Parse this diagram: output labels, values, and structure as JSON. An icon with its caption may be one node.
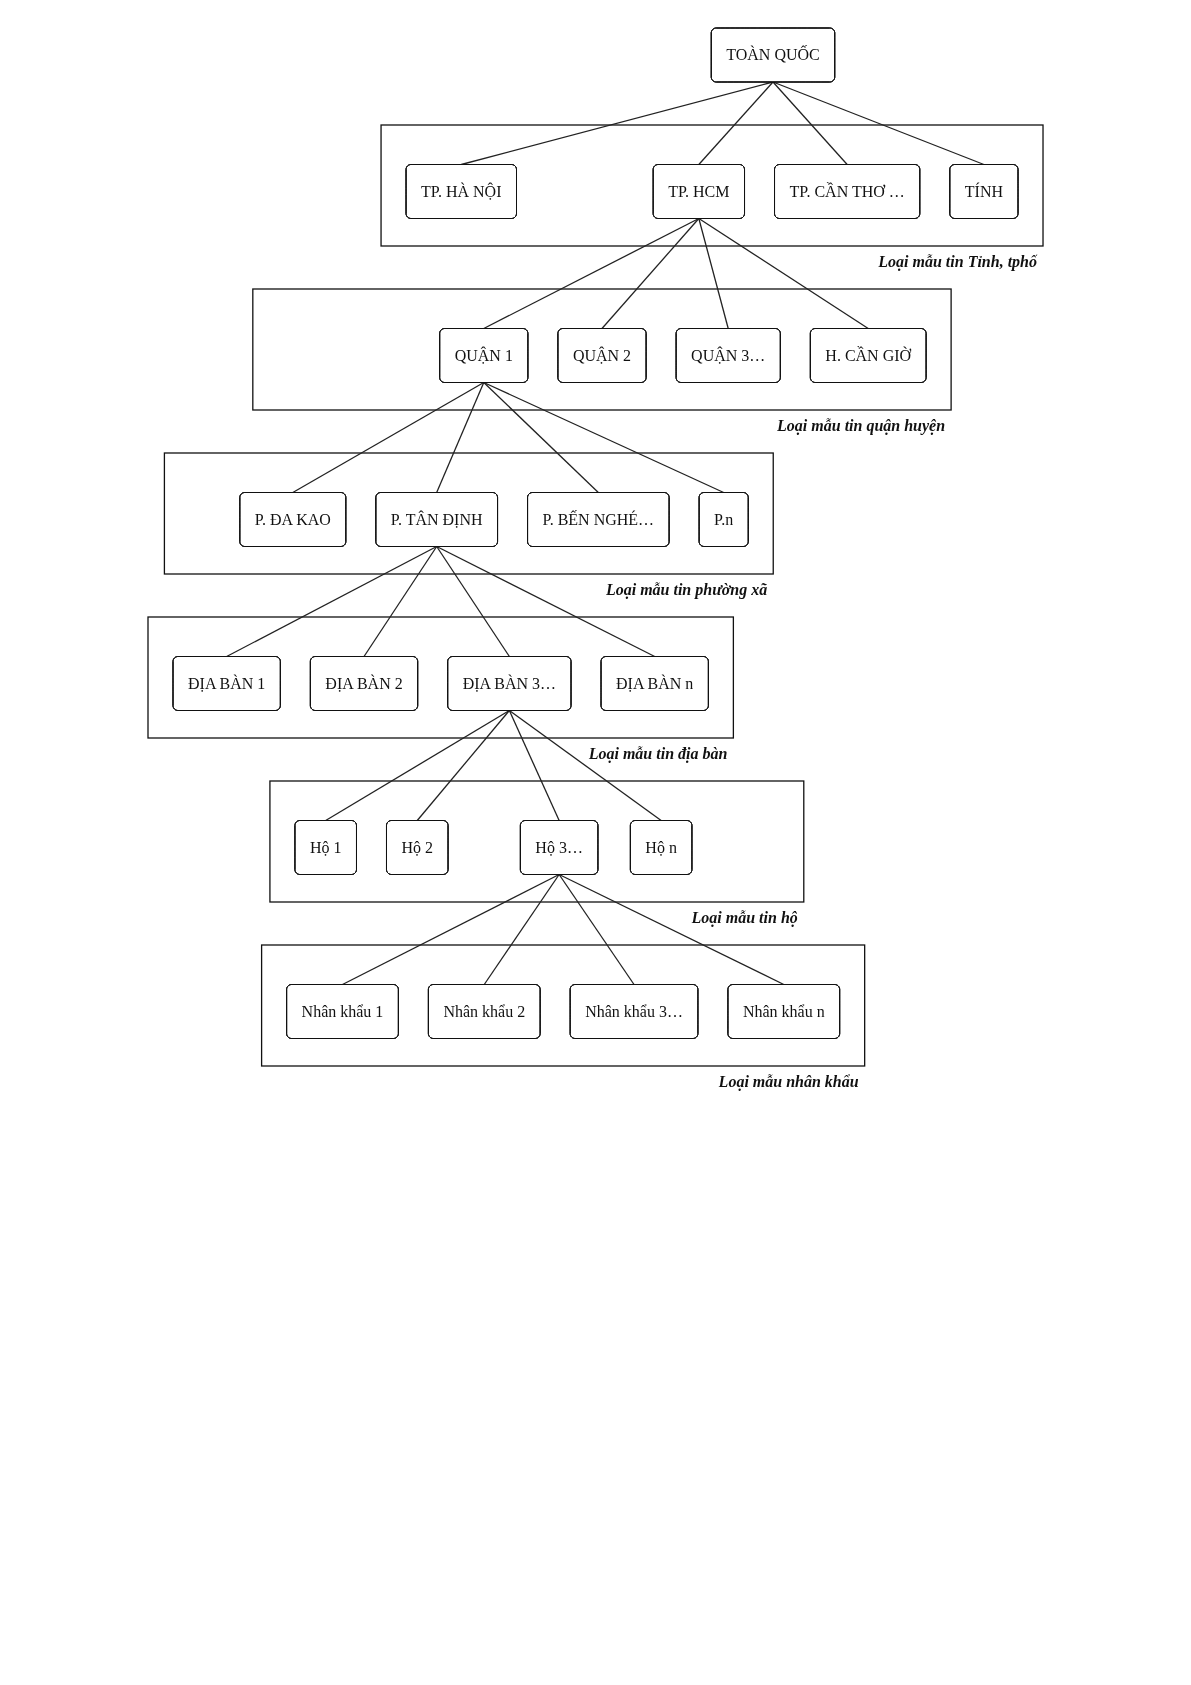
{
  "diagram": {
    "nodes": [
      {
        "text": [
          "TOÀN QUỐC"
        ]
      },
      {
        "text": [
          "Loại mẫu tin Tỉnh, tphố"
        ]
      },
      {
        "text": [
          "TP. HÀ NỘI"
        ],
        "in": 1
      },
      {
        "text": [
          "TP. HCM"
        ],
        "in": 1
      },
      {
        "text": [
          "TP. CẦN THƠ …"
        ],
        "in": 1
      },
      {
        "text": [
          "TÍNH"
        ],
        "in": 1
      },
      {
        "text": [
          "Loại mẫu tin quận huyện"
        ]
      },
      {
        "text": [
          "QUẬN 1"
        ],
        "in": 6
      },
      {
        "text": [
          "QUẬN 2"
        ],
        "in": 6
      },
      {
        "text": [
          "QUẬN 3…"
        ],
        "in": 6
      },
      {
        "text": [
          "H. CẦN GIỜ"
        ],
        "in": 6
      },
      {
        "text": [
          "Loại mẫu tin phường xã"
        ]
      },
      {
        "text": [
          "P. ĐA KAO"
        ],
        "in": 11
      },
      {
        "text": [
          "P. TÂN ĐỊNH"
        ],
        "in": 11
      },
      {
        "text": [
          "P. BẾN NGHÉ…"
        ],
        "in": 11
      },
      {
        "text": [
          "P.n"
        ],
        "in": 11
      },
      {
        "text": [
          "Loại mẫu tin địa bàn"
        ]
      },
      {
        "text": [
          "ĐỊA BÀN 1"
        ],
        "in": 16
      },
      {
        "text": [
          "ĐỊA BÀN 2"
        ],
        "in": 16
      },
      {
        "text": [
          "ĐỊA BÀN 3…"
        ],
        "in": 16
      },
      {
        "text": [
          "ĐỊA BÀN n"
        ],
        "in": 16
      },
      {
        "text": [
          "Loại mẫu tin hộ"
        ]
      },
      {
        "text": [
          "Hộ 1"
        ],
        "in": 21
      },
      {
        "text": [
          "Hộ 2"
        ],
        "in": 21
      },
      {
        "text": [
          "Hộ 3…"
        ],
        "in": 21
      },
      {
        "text": [
          "Hộ n"
        ],
        "in": 21
      },
      {
        "text": [
          "Loại mẫu nhân khẩu"
        ]
      },
      {
        "text": [
          "Nhân khẩu 1"
        ],
        "in": 26
      },
      {
        "text": [
          "Nhân khẩu 2"
        ],
        "in": 26
      },
      {
        "text": [
          "Nhân khẩu 3…"
        ],
        "in": 26
      },
      {
        "text": [
          "Nhân khẩu n"
        ],
        "in": 26
      }
    ],
    "edges": [
      {
        "from": 0,
        "to": 2,
        "arrow": "none"
      },
      {
        "from": 0,
        "to": 3,
        "arrow": "none"
      },
      {
        "from": 0,
        "to": 4,
        "arrow": "none"
      },
      {
        "from": 0,
        "to": 5,
        "arrow": "none"
      },
      {
        "from": 3,
        "to": 7,
        "arrow": "none"
      },
      {
        "from": 3,
        "to": 8,
        "arrow": "none"
      },
      {
        "from": 3,
        "to": 9,
        "arrow": "none"
      },
      {
        "from": 3,
        "to": 10,
        "arrow": "none"
      },
      {
        "from": 7,
        "to": 12,
        "arrow": "none"
      },
      {
        "from": 7,
        "to": 13,
        "arrow": "none"
      },
      {
        "from": 7,
        "to": 14,
        "arrow": "none"
      },
      {
        "from": 7,
        "to": 15,
        "arrow": "none"
      },
      {
        "from": 13,
        "to": 17,
        "arrow": "none"
      },
      {
        "from": 13,
        "to": 18,
        "arrow": "none"
      },
      {
        "from": 13,
        "to": 19,
        "arrow": "none"
      },
      {
        "from": 13,
        "to": 20,
        "arrow": "none"
      },
      {
        "from": 19,
        "to": 22,
        "arrow": "none"
      },
      {
        "from": 19,
        "to": 23,
        "arrow": "none"
      },
      {
        "from": 19,
        "to": 24,
        "arrow": "none"
      },
      {
        "from": 19,
        "to": 25,
        "arrow": "none"
      },
      {
        "from": 24,
        "to": 27,
        "arrow": "none"
      },
      {
        "from": 24,
        "to": 28,
        "arrow": "none"
      },
      {
        "from": 24,
        "to": 29,
        "arrow": "none"
      },
      {
        "from": 24,
        "to": 30,
        "arrow": "none"
      }
    ]
  }
}
